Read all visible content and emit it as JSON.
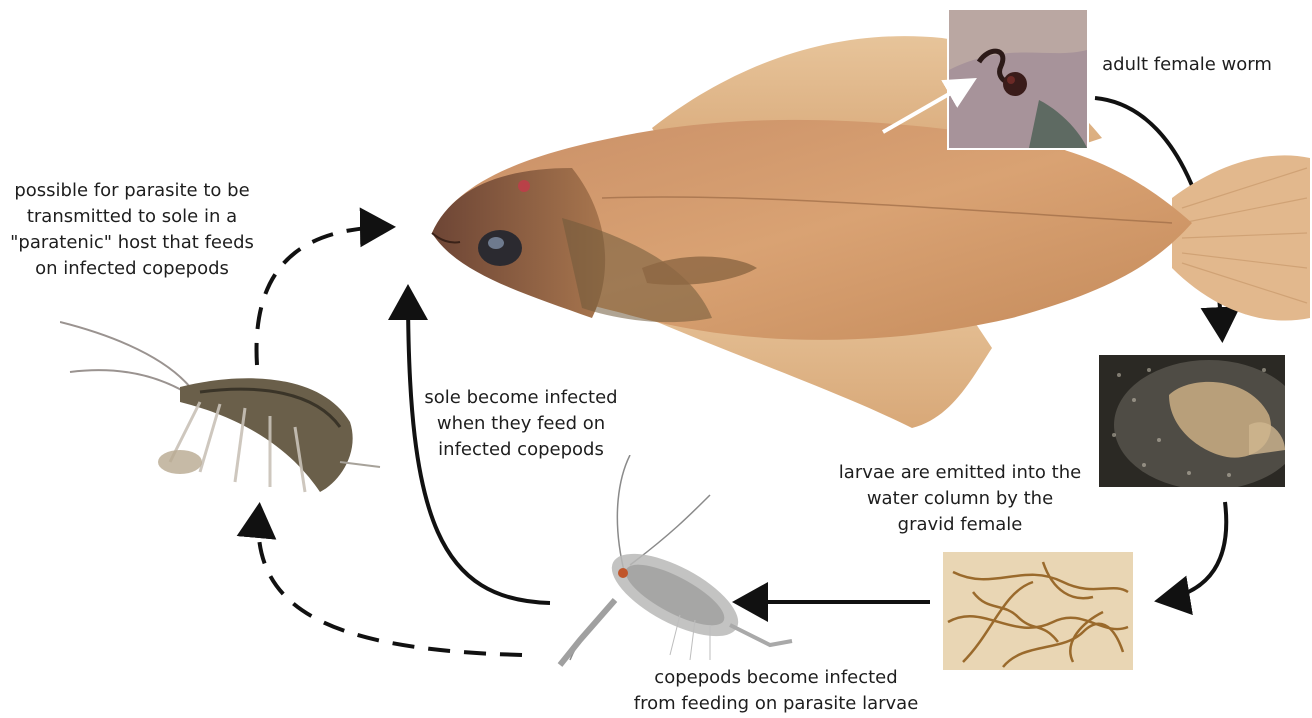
{
  "labels": {
    "adult_female": [
      "adult female worm"
    ],
    "paratenic": [
      "possible for parasite to be",
      "transmitted to sole in a",
      "\"paratenic\" host that feeds",
      "on infected copepods"
    ],
    "sole_infected": [
      "sole become infected",
      "when they feed on",
      "infected copepods"
    ],
    "larvae_emitted": [
      "larvae are emitted into the",
      "water column by the",
      "gravid female"
    ],
    "copepods_infected": [
      "copepods become infected",
      "from feeding on parasite larvae"
    ]
  },
  "images": {
    "sole_fish": "flatfish-sole-photo",
    "worm_closeup": "adult-female-worm-photo",
    "larvae_emission": "larvae-emission-photo",
    "larvae_mass": "parasite-larvae-photo",
    "copepod": "copepod-photo",
    "amphipod": "amphipod-paratenic-host-photo"
  },
  "colors": {
    "arrow": "#111111",
    "text": "#1e1e1e",
    "fish_body": "#d9a273",
    "fish_dark": "#8a5a3a",
    "larvae_bg": "#e9d6b4",
    "larvae_worm": "#9a6a2c"
  }
}
